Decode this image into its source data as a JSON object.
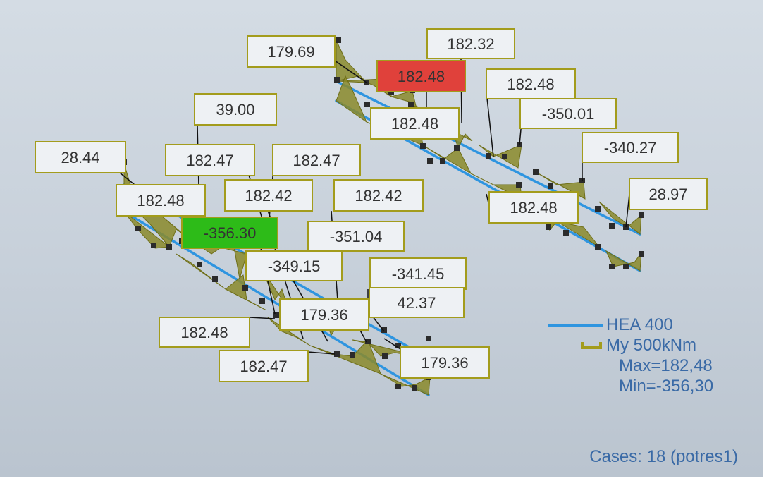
{
  "labels": [
    {
      "text": "179.69",
      "style": "normal"
    },
    {
      "text": "182.32",
      "style": "normal"
    },
    {
      "text": "182.48",
      "style": "max"
    },
    {
      "text": "182.48",
      "style": "normal"
    },
    {
      "text": "182.48",
      "style": "normal"
    },
    {
      "text": "-350.01",
      "style": "normal"
    },
    {
      "text": "-340.27",
      "style": "normal"
    },
    {
      "text": "28.97",
      "style": "normal"
    },
    {
      "text": "182.48",
      "style": "normal"
    },
    {
      "text": "39.00",
      "style": "normal"
    },
    {
      "text": "28.44",
      "style": "normal"
    },
    {
      "text": "182.47",
      "style": "normal"
    },
    {
      "text": "182.47",
      "style": "normal"
    },
    {
      "text": "182.48",
      "style": "normal"
    },
    {
      "text": "182.42",
      "style": "normal"
    },
    {
      "text": "182.42",
      "style": "normal"
    },
    {
      "text": "-356.30",
      "style": "min"
    },
    {
      "text": "-351.04",
      "style": "normal"
    },
    {
      "text": "-349.15",
      "style": "normal"
    },
    {
      "text": "-341.45",
      "style": "normal"
    },
    {
      "text": "42.37",
      "style": "normal"
    },
    {
      "text": "179.36",
      "style": "normal"
    },
    {
      "text": "182.48",
      "style": "normal"
    },
    {
      "text": "182.47",
      "style": "normal"
    },
    {
      "text": "179.36",
      "style": "normal"
    }
  ],
  "legend": {
    "section": "HEA 400",
    "quantity": "My  500kNm",
    "max": "Max=182,48",
    "min": "Min=-356,30"
  },
  "cases": "Cases: 18 (potres1)",
  "colors": {
    "beam": "#2f95e0",
    "moment": "#8a8a2a",
    "label_border": "#a39c1c",
    "max_fill": "#e0413b",
    "min_fill": "#2dbb18",
    "legend_text": "#3a6aa6"
  }
}
